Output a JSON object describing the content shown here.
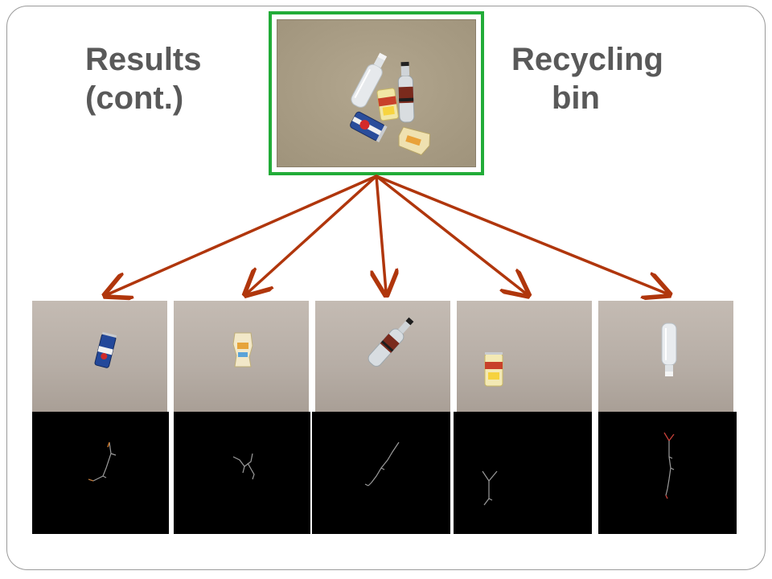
{
  "slide": {
    "title_left": [
      "Results",
      "(cont.)"
    ],
    "title_right": [
      "Recycling",
      "bin"
    ]
  },
  "colors": {
    "highlight_border": "#22ac38",
    "arrow": "#b0360c",
    "title_text": "#595959"
  },
  "main_image": {
    "name": "recycling-bin-photo"
  },
  "results": [
    {
      "name": "blue-can"
    },
    {
      "name": "crushed-can"
    },
    {
      "name": "dark-bottle"
    },
    {
      "name": "yellow-can"
    },
    {
      "name": "clear-bottle"
    }
  ]
}
